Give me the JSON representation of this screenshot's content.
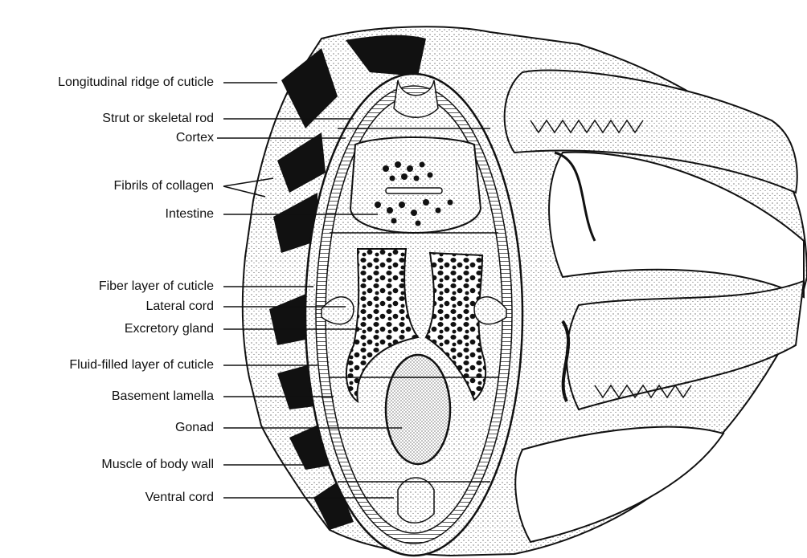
{
  "labels": {
    "longitudinal_ridge": "Longitudinal ridge of cuticle",
    "strut": "Strut or skeletal rod",
    "cortex": "Cortex",
    "fibrils": "Fibrils of collagen",
    "intestine": "Intestine",
    "fiber_layer": "Fiber layer of cuticle",
    "lateral_cord": "Lateral cord",
    "excretory_gland": "Excretory gland",
    "fluid_layer": "Fluid-filled layer of cuticle",
    "basement_lamella": "Basement lamella",
    "gonad": "Gonad",
    "muscle": "Muscle of body wall",
    "ventral_cord": "Ventral cord"
  }
}
